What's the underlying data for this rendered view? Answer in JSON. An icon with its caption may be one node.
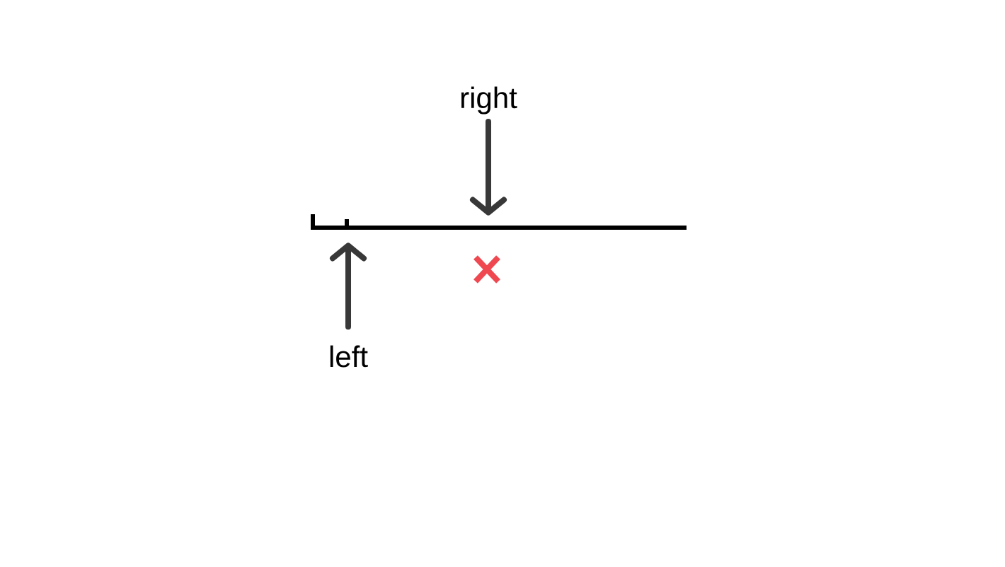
{
  "diagram": {
    "nodes": [
      {
        "text": [
          "right"
        ]
      },
      {
        "text": [],
        "shape": "line"
      },
      {
        "text": [
          "left"
        ]
      }
    ],
    "edges": [
      {
        "from": 0,
        "to": 1,
        "arrow": "to"
      },
      {
        "from": 2,
        "to": 1,
        "arrow": "to"
      }
    ]
  }
}
